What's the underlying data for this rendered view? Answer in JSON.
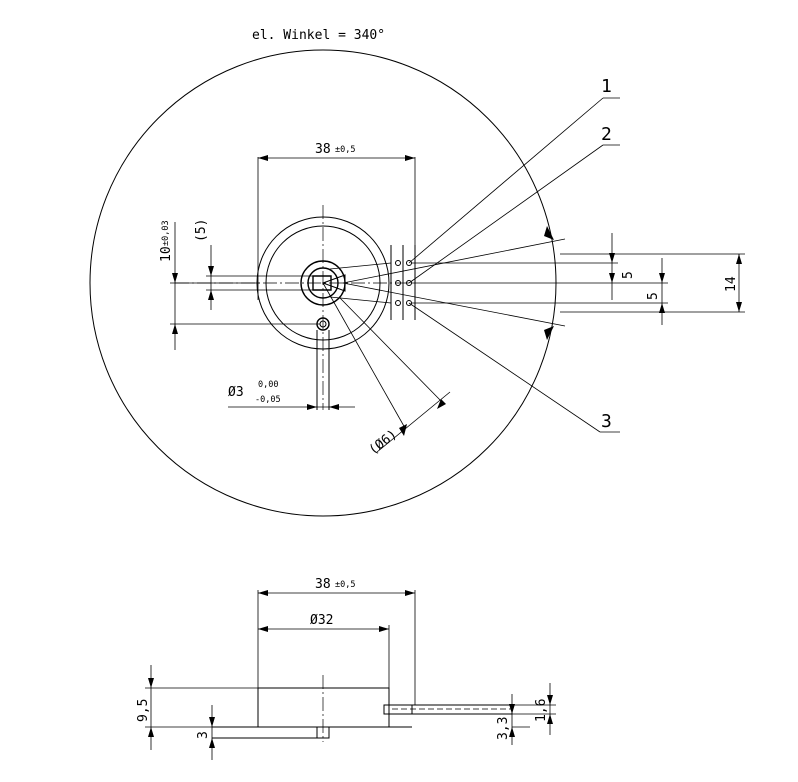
{
  "drawing": {
    "electrical_angle_label": "el. Winkel = 340°",
    "callouts": [
      "1",
      "2",
      "3"
    ],
    "top_view": {
      "width_dim": "38",
      "width_tol": "±0,5",
      "vertical_offset_dim": "10",
      "vertical_offset_tol": "±0,03",
      "ref_dim_5": "(5)",
      "pin_dia_prefix": "Ø3",
      "pin_dia_tol_upper": "0,00",
      "pin_dia_tol_lower": "-0,05",
      "bore_dia": "(Ø6)",
      "terminal_pitch_upper": "5",
      "terminal_pitch_lower": "5",
      "terminal_span": "14"
    },
    "side_view": {
      "width_dim": "38",
      "width_tol": "±0,5",
      "body_dia": "Ø32",
      "height_dim": "9,5",
      "pin_length": "3",
      "terminal_height": "3,3",
      "terminal_thickness": "1,6"
    }
  }
}
